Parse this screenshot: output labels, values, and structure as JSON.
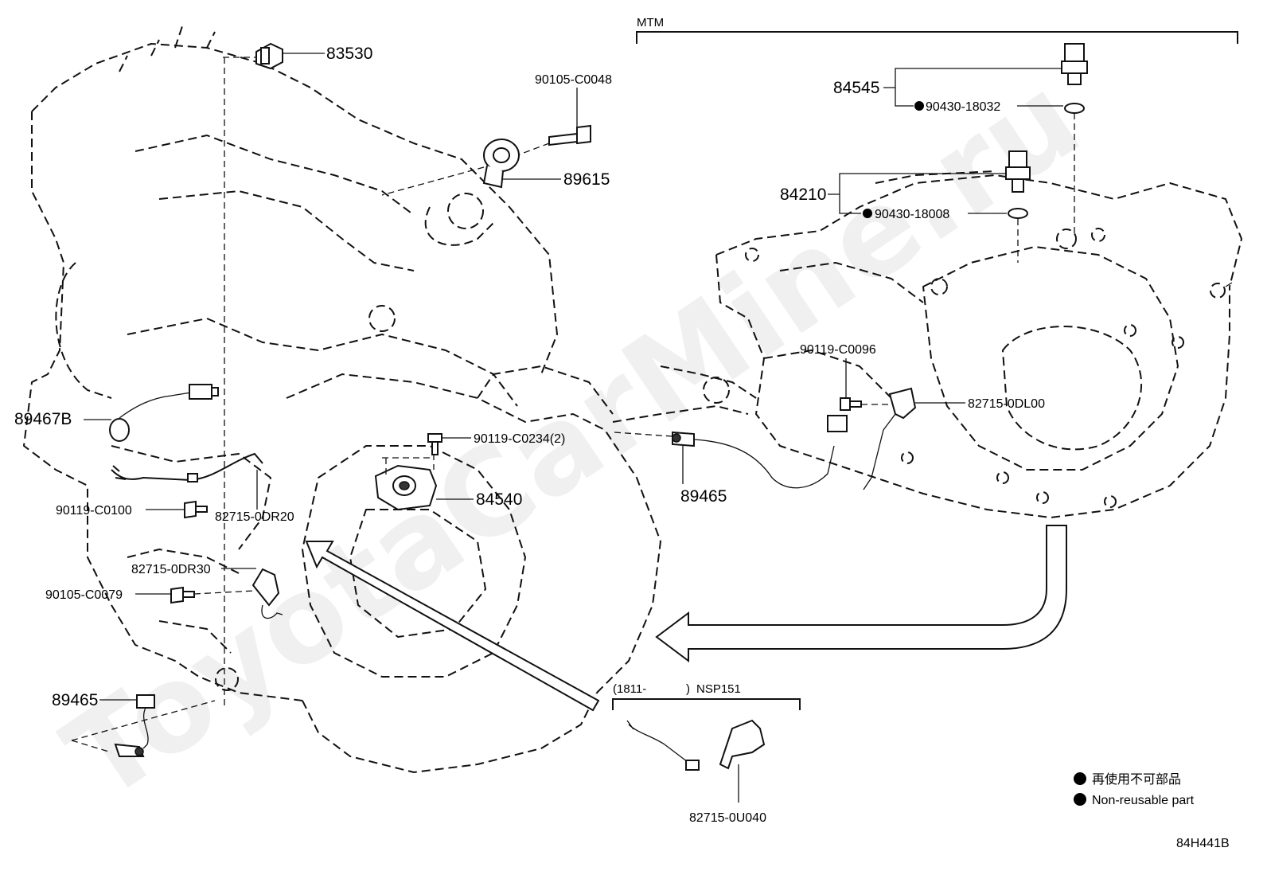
{
  "title_section": "MTM",
  "watermark": "ToyotaCarMine.ru",
  "diagram_code": "84H441B",
  "nsp": {
    "range": "(1811-",
    "close": ")",
    "model": "NSP151"
  },
  "legend": {
    "item1": "再使用不可部品",
    "item2": "Non-reusable part"
  },
  "parts": {
    "p83530": "83530",
    "p90105_C0048": "90105-C0048",
    "p89615": "89615",
    "p89467B": "89467B",
    "p90119_C0100": "90119-C0100",
    "p82715_0DR20": "82715-0DR20",
    "p82715_0DR30": "82715-0DR30",
    "p90105_C0079": "90105-C0079",
    "p89465_left": "89465",
    "p90119_C0234": "90119-C0234(2)",
    "p84540": "84540",
    "p89465_mid": "89465",
    "p84545": "84545",
    "p90430_18032": "90430-18032",
    "p84210": "84210",
    "p90430_18008": "90430-18008",
    "p90119_C0096": "90119-C0096",
    "p82715_0DL00": "82715-0DL00",
    "p82715_0U040": "82715-0U040"
  }
}
